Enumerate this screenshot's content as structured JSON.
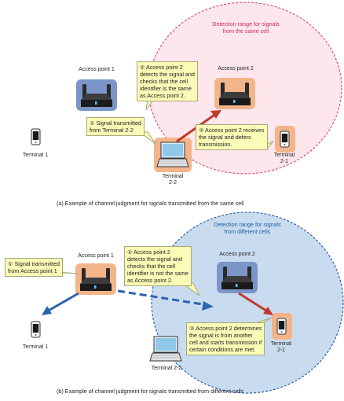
{
  "panel_a": {
    "range_title_line1": "Detection range for signals",
    "range_title_line2": "from the same cell",
    "access_point_1": "Access point 1",
    "access_point_2": "Access point 2",
    "terminal_1": "Terminal 1",
    "terminal_2_1_line1": "Terminal",
    "terminal_2_1_line2": "2-1",
    "terminal_2_2_line1": "Terminal",
    "terminal_2_2_line2": "2-2",
    "callout_2": [
      "② Access  point 2",
      "detects the signal and",
      "checks that the cell",
      "identifier is the same",
      "as Access point 2."
    ],
    "callout_1": [
      "① Signal transmitted",
      "from Terminal 2-2"
    ],
    "callout_3": [
      "③ Access point 2 receives",
      "the signal and defers",
      "transmission."
    ],
    "caption": "(a) Example of channel judgment for signals transmitted from the same cell"
  },
  "panel_b": {
    "range_title_line1": "Detection range for signals",
    "range_title_line2": "from different cells",
    "access_point_1": "Access point 1",
    "access_point_2": "Access point 2",
    "terminal_1": "Terminal 1",
    "terminal_2_1_line1": "Terminal",
    "terminal_2_1_line2": "2-1",
    "terminal_2_2": "Terminal 2-2",
    "callout_1": [
      "① Signal transmitted",
      "from Access point 1"
    ],
    "callout_2": [
      "② Access point 2",
      "detects the signal and",
      "checks that the cell",
      "identifier is not the same",
      "as  Access point 2."
    ],
    "callout_3": [
      "③ Access point 2 determines",
      "the signal is from another",
      "cell and starts transmission if",
      "certain conditions are met."
    ],
    "caption": "(b) Example of channel judgment for signals transmitted from different cells"
  },
  "colors": {
    "pink_range_fill": "#fde6ec",
    "pink_range_stroke": "#e0507a",
    "pink_title": "#d02a5a",
    "blue_range_fill": "#c9dcef",
    "blue_range_stroke": "#2d64b0",
    "blue_title": "#1f5aa8",
    "blue_arrow": "#2d64b0",
    "red_arrow": "#c0392b",
    "callout_fill": "#fbfbb8",
    "highlight_orange": "#f3b48a",
    "highlight_blue": "#7c95c9"
  }
}
